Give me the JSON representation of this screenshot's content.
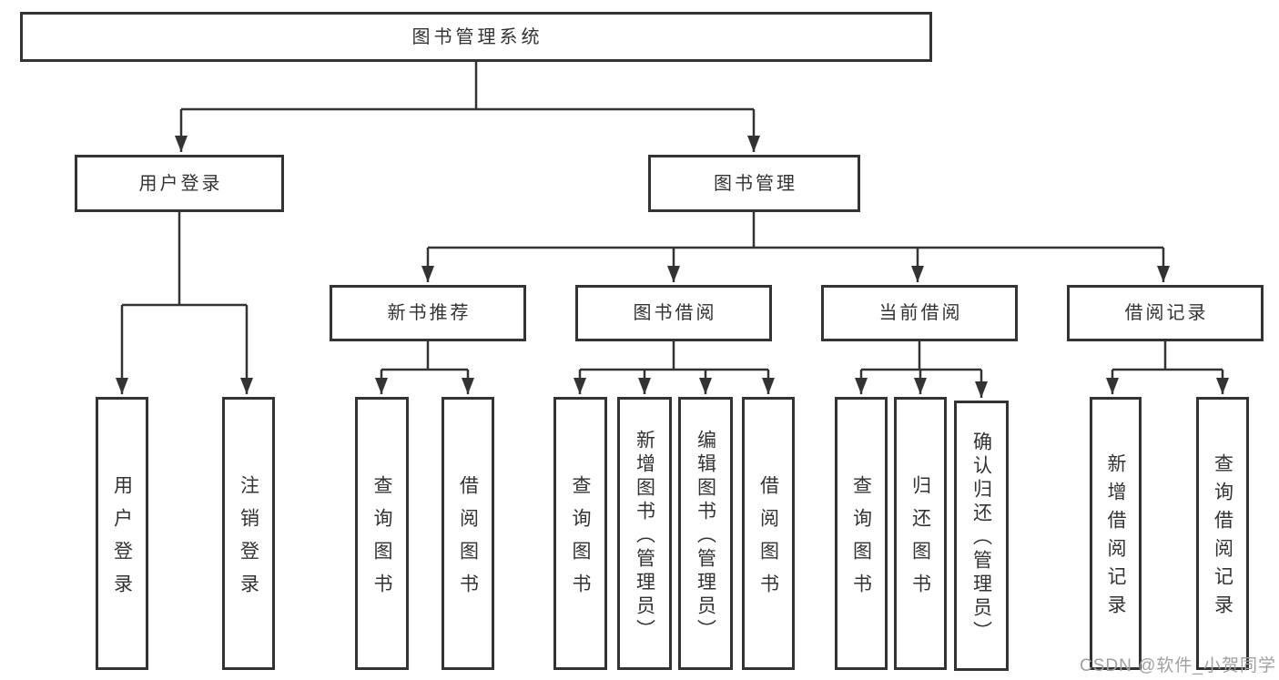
{
  "diagram": {
    "colors": {
      "line": "#333333",
      "text": "#333333",
      "watermark": "#a0a0a0",
      "background": "#ffffff"
    },
    "watermark": "CSDN @软件_小贺同学",
    "nodes": {
      "root": {
        "label": "图书管理系统"
      },
      "user_login": {
        "label": "用户登录"
      },
      "book_mgmt": {
        "label": "图书管理"
      },
      "new_rec": {
        "label": "新书推荐"
      },
      "book_borrow": {
        "label": "图书借阅"
      },
      "current_borrow": {
        "label": "当前借阅"
      },
      "borrow_records": {
        "label": "借阅记录"
      },
      "leaf_user_login": {
        "label": "用户登录"
      },
      "leaf_logout": {
        "label": "注销登录"
      },
      "leaf_query_book_rec": {
        "label": "查询图书"
      },
      "leaf_borrow_book_rec": {
        "label": "借阅图书"
      },
      "leaf_query_book_borrow": {
        "label": "查询图书"
      },
      "leaf_add_book": {
        "label": "新增图书（管理员）"
      },
      "leaf_edit_book": {
        "label": "编辑图书（管理员）"
      },
      "leaf_borrow_book_borrow": {
        "label": "借阅图书"
      },
      "leaf_query_book_current": {
        "label": "查询图书"
      },
      "leaf_return_book": {
        "label": "归还图书"
      },
      "leaf_confirm_return": {
        "label": "确认归还（管理员）"
      },
      "leaf_add_record": {
        "label": "新增借阅记录"
      },
      "leaf_query_record": {
        "label": "查询借阅记录"
      }
    }
  }
}
